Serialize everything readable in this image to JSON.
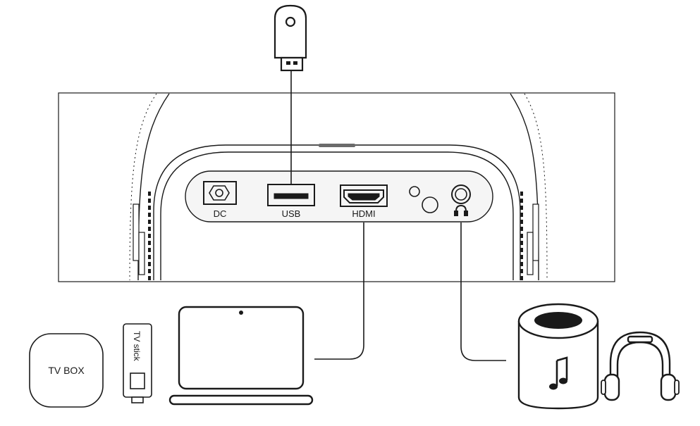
{
  "ports": {
    "dc": "DC",
    "usb": "USB",
    "hdmi": "HDMI"
  },
  "devices": {
    "tv_box": "TV BOX",
    "tv_stick": "TV stick"
  },
  "icons": {
    "usb_drive": "usb-drive-icon",
    "laptop": "laptop-icon",
    "speaker": "speaker-icon",
    "music_note": "music-note-icon",
    "headphones": "headphones-icon",
    "headphone_jack": "headphone-jack-icon"
  },
  "colors": {
    "line": "#1a1a1a",
    "panel_fill": "#f2f2f2",
    "background": "#ffffff"
  }
}
